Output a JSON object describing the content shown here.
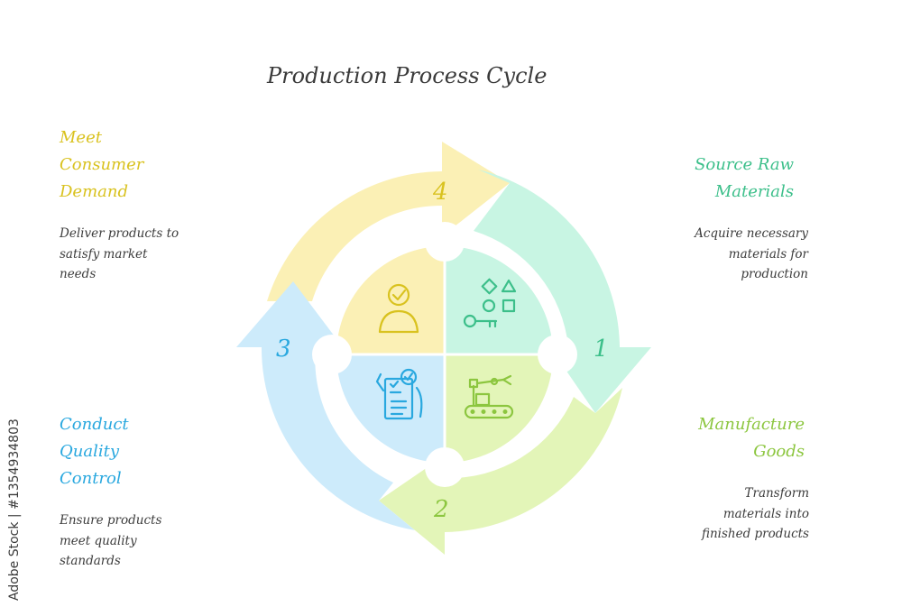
{
  "title": "Production Process Cycle",
  "steps": [
    {
      "number": "1",
      "heading": [
        "Source Raw",
        "Materials"
      ],
      "description": [
        "Acquire necessary",
        "materials for",
        "production"
      ],
      "color": "#3cbf8a",
      "fill": "#c8f5e3",
      "icon": "shapes-and-key-icon"
    },
    {
      "number": "2",
      "heading": [
        "Manufacture",
        "Goods"
      ],
      "description": [
        "Transform",
        "materials into",
        "finished products"
      ],
      "color": "#8cc63f",
      "fill": "#e3f5b8",
      "icon": "robot-arm-conveyor-icon"
    },
    {
      "number": "3",
      "heading": [
        "Conduct",
        "Quality",
        "Control"
      ],
      "description": [
        "Ensure products",
        "meet quality",
        "standards"
      ],
      "color": "#29a8df",
      "fill": "#cdebfb",
      "icon": "checklist-clipboard-icon"
    },
    {
      "number": "4",
      "heading": [
        "Meet",
        "Consumer",
        "Demand"
      ],
      "description": [
        "Deliver products to",
        "satisfy market",
        "needs"
      ],
      "color": "#d9c21f",
      "fill": "#fbf0b5",
      "icon": "satisfied-customer-icon"
    }
  ],
  "side_text": "Adobe Stock | #1354934803"
}
